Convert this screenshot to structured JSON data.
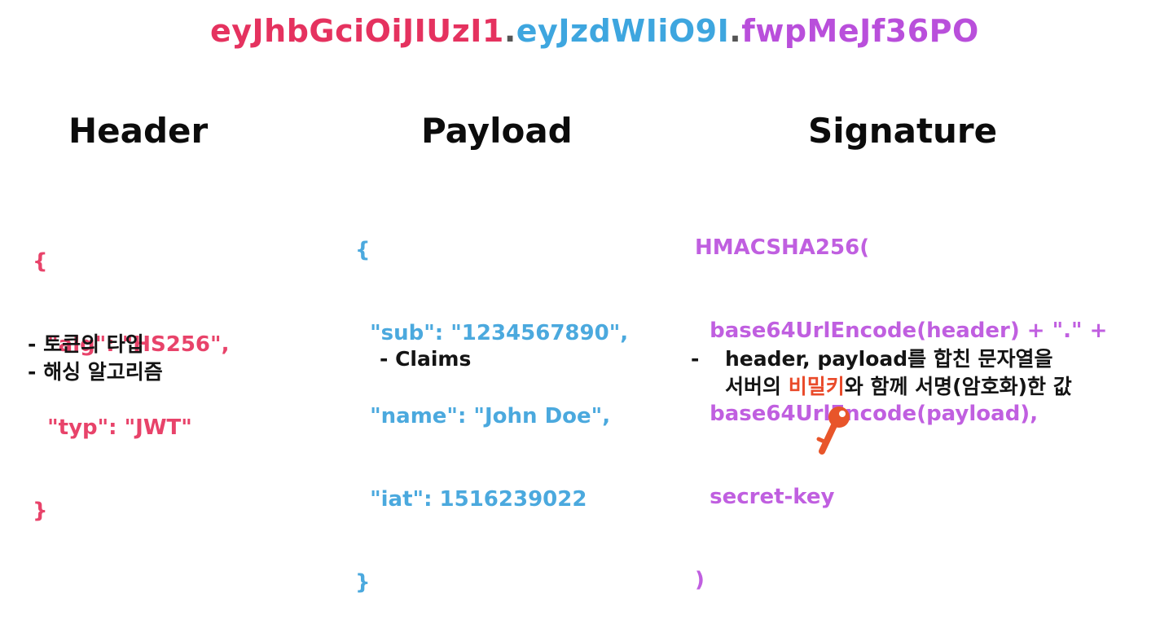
{
  "token": {
    "header": "eyJhbGciOiJIUzI1",
    "dot1": ".",
    "payload": "eyJzdWIiO9I",
    "dot2": ".",
    "signature": "fwpMeJf36PO"
  },
  "colors": {
    "header": "#e5325f",
    "payload": "#3ea6df",
    "signature": "#b94fdb",
    "highlight": "#e94a2a"
  },
  "sections": {
    "header": {
      "title": "Header",
      "code": [
        "{",
        "  \"alg\": \"HS256\",",
        "  \"typ\": \"JWT\"",
        "}"
      ],
      "notes": [
        "- 토큰의 타입",
        "- 해싱 알고리즘"
      ]
    },
    "payload": {
      "title": "Payload",
      "code": [
        "{",
        "  \"sub\": \"1234567890\",",
        "  \"name\": \"John Doe\",",
        "  \"iat\": 1516239022",
        "}"
      ],
      "notes": [
        "- Claims"
      ]
    },
    "signature": {
      "title": "Signature",
      "code": [
        "HMACSHA256(",
        "  base64UrlEncode(header) + \".\" +",
        "  base64UrlEncode(payload),",
        "  secret-key",
        ")"
      ],
      "note_dash": "-",
      "note_line1": "header, payload를 합친 문자열을",
      "note_line2_pre": "서버의 ",
      "note_line2_highlight": "비밀키",
      "note_line2_post": "와 함께 서명(암호화)한 값",
      "icon": "key-icon"
    }
  }
}
